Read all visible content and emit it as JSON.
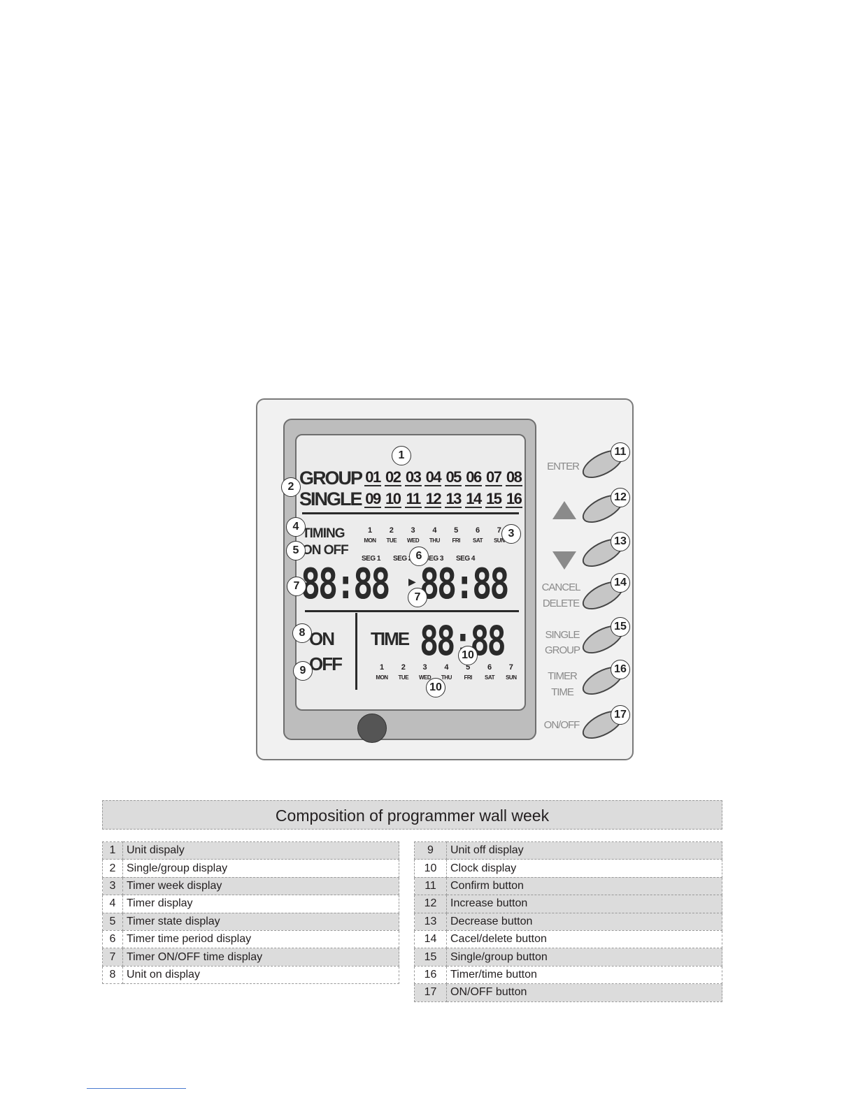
{
  "lcd": {
    "group_label": "GROUP",
    "single_label": "SINGLE",
    "group_units": [
      "01",
      "02",
      "03",
      "04",
      "05",
      "06",
      "07",
      "08"
    ],
    "single_units": [
      "09",
      "10",
      "11",
      "12",
      "13",
      "14",
      "15",
      "16"
    ],
    "timing_label": "TIMING",
    "onoff_label": "ON OFF",
    "timer_days": [
      {
        "num": "1",
        "name": "MON"
      },
      {
        "num": "2",
        "name": "TUE"
      },
      {
        "num": "3",
        "name": "WED"
      },
      {
        "num": "4",
        "name": "THU"
      },
      {
        "num": "5",
        "name": "FRI"
      },
      {
        "num": "6",
        "name": "SAT"
      },
      {
        "num": "7",
        "name": "SUN"
      }
    ],
    "segments": [
      "SEG 1",
      "SEG 2",
      "SEG 3",
      "SEG 4"
    ],
    "timer_start": "88:88",
    "timer_end": "88:88",
    "on_label": "ON",
    "off_label": "OFF",
    "time_label": "TIME",
    "clock_value": "88:88",
    "clock_days": [
      {
        "num": "1",
        "name": "MON"
      },
      {
        "num": "2",
        "name": "TUE"
      },
      {
        "num": "3",
        "name": "WED"
      },
      {
        "num": "4",
        "name": "THU"
      },
      {
        "num": "5",
        "name": "FRI"
      },
      {
        "num": "6",
        "name": "SAT"
      },
      {
        "num": "7",
        "name": "SUN"
      }
    ]
  },
  "buttons": {
    "enter": "ENTER",
    "cancel": "CANCEL",
    "delete": "DELETE",
    "single": "SINGLE",
    "group": "GROUP",
    "timer": "TIMER",
    "time": "TIME",
    "onoff": "ON/OFF"
  },
  "callouts": [
    "1",
    "2",
    "3",
    "4",
    "5",
    "6",
    "7",
    "7",
    "8",
    "9",
    "10",
    "10",
    "11",
    "12",
    "13",
    "14",
    "15",
    "16",
    "17"
  ],
  "table": {
    "title": "Composition of programmer wall week",
    "left": [
      {
        "num": "1",
        "desc": "Unit dispaly"
      },
      {
        "num": "2",
        "desc": "Single/group display"
      },
      {
        "num": "3",
        "desc": "Timer week display"
      },
      {
        "num": "4",
        "desc": "Timer display"
      },
      {
        "num": "5",
        "desc": "Timer state display"
      },
      {
        "num": "6",
        "desc": "Timer time period display"
      },
      {
        "num": "7",
        "desc": "Timer ON/OFF time display"
      },
      {
        "num": "8",
        "desc": "Unit on display"
      }
    ],
    "right": [
      {
        "num": "9",
        "desc": "Unit off display"
      },
      {
        "num": "10",
        "desc": "Clock display"
      },
      {
        "num": "11",
        "desc": "Confirm button"
      },
      {
        "num": "12",
        "desc": "Increase button"
      },
      {
        "num": "13",
        "desc": "Decrease button"
      },
      {
        "num": "14",
        "desc": "Cacel/delete button"
      },
      {
        "num": "15",
        "desc": "Single/group button"
      },
      {
        "num": "16",
        "desc": "Timer/time button"
      },
      {
        "num": "17",
        "desc": "ON/OFF button"
      }
    ]
  }
}
